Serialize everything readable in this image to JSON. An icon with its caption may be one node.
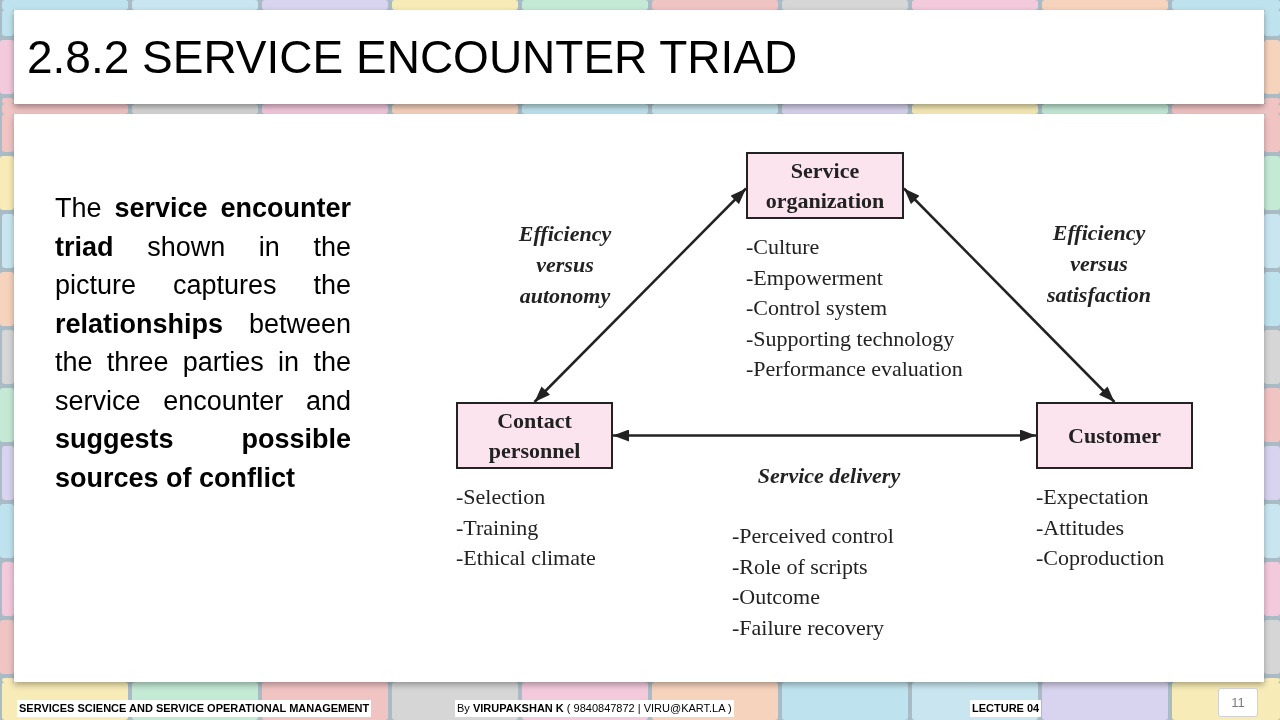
{
  "diagram": {
    "title": "2.8.2 SERVICE ENCOUNTER TRIAD",
    "nodes": [
      {
        "text": [
          "Service organization"
        ],
        "beside": [
          "-Culture",
          "-Empowerment",
          "-Control system",
          "-Supporting technology",
          "-Performance evaluation"
        ]
      },
      {
        "text": [
          "Contact personnel"
        ],
        "beside": [
          "-Selection",
          "-Training",
          "-Ethical climate"
        ]
      },
      {
        "text": [
          "Customer"
        ],
        "beside": [
          "-Expectation",
          "-Attitudes",
          "-Coproduction"
        ]
      }
    ],
    "edges": [
      {
        "from": 0,
        "to": 1,
        "arrow": "both",
        "label": "Efficiency versus autonomy"
      },
      {
        "from": 0,
        "to": 2,
        "arrow": "both",
        "label": "Efficiency versus satisfaction"
      },
      {
        "from": 1,
        "to": 2,
        "arrow": "both",
        "label": "Service delivery"
      }
    ],
    "labels": [
      "The **service encounter triad** shown in the picture captures the **relationships** between the three parties in the service encounter and **suggests possible sources of conflict**",
      "-Perceived control",
      "-Role of scripts",
      "-Outcome",
      "-Failure recovery",
      "SERVICES SCIENCE AND SERVICE OPERATIONAL MANAGEMENT",
      "By **VIRUPAKSHAN K** ( 9840847872 | VIRU@KART.LA )",
      "LECTURE 04",
      "11"
    ]
  }
}
